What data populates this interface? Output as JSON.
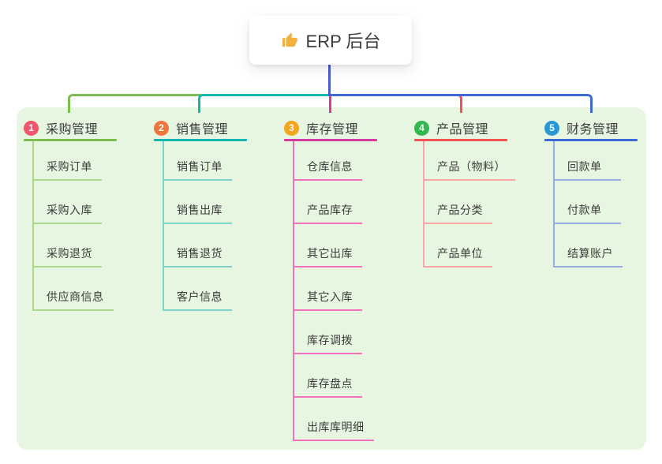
{
  "root": {
    "label": "ERP 后台",
    "icon": "thumbs-up-icon"
  },
  "colors": {
    "page_bg": "#ffffff",
    "panel_bg": "#e7f6e1",
    "stem": "#4a5bcd",
    "text": "#3c3c3c",
    "thumb_icon": "#f2b13c"
  },
  "branches": [
    {
      "number": "1",
      "label": "采购管理",
      "badge_color": "#f0566d",
      "line_color": "#7dbf4e",
      "child_line_color": "#abd88b",
      "children": [
        "采购订单",
        "采购入库",
        "采购退货",
        "供应商信息"
      ]
    },
    {
      "number": "2",
      "label": "销售管理",
      "badge_color": "#f0743c",
      "line_color": "#12b7af",
      "child_line_color": "#7fd3cd",
      "children": [
        "销售订单",
        "销售出库",
        "销售退货",
        "客户信息"
      ]
    },
    {
      "number": "3",
      "label": "库存管理",
      "badge_color": "#f7a41f",
      "line_color": "#d53aa0",
      "child_line_color": "#f471bb",
      "children": [
        "仓库信息",
        "产品库存",
        "其它出库",
        "其它入库",
        "库存调拨",
        "库存盘点",
        "出库库明细"
      ]
    },
    {
      "number": "4",
      "label": "产品管理",
      "badge_color": "#2eb84e",
      "line_color": "#f05352",
      "child_line_color": "#f9a6a4",
      "children": [
        "产品（物料）",
        "产品分类",
        "产品单位"
      ]
    },
    {
      "number": "5",
      "label": "财务管理",
      "badge_color": "#2a97d5",
      "line_color": "#3e6ad7",
      "child_line_color": "#97aee9",
      "children": [
        "回款单",
        "付款单",
        "结算账户"
      ]
    }
  ]
}
